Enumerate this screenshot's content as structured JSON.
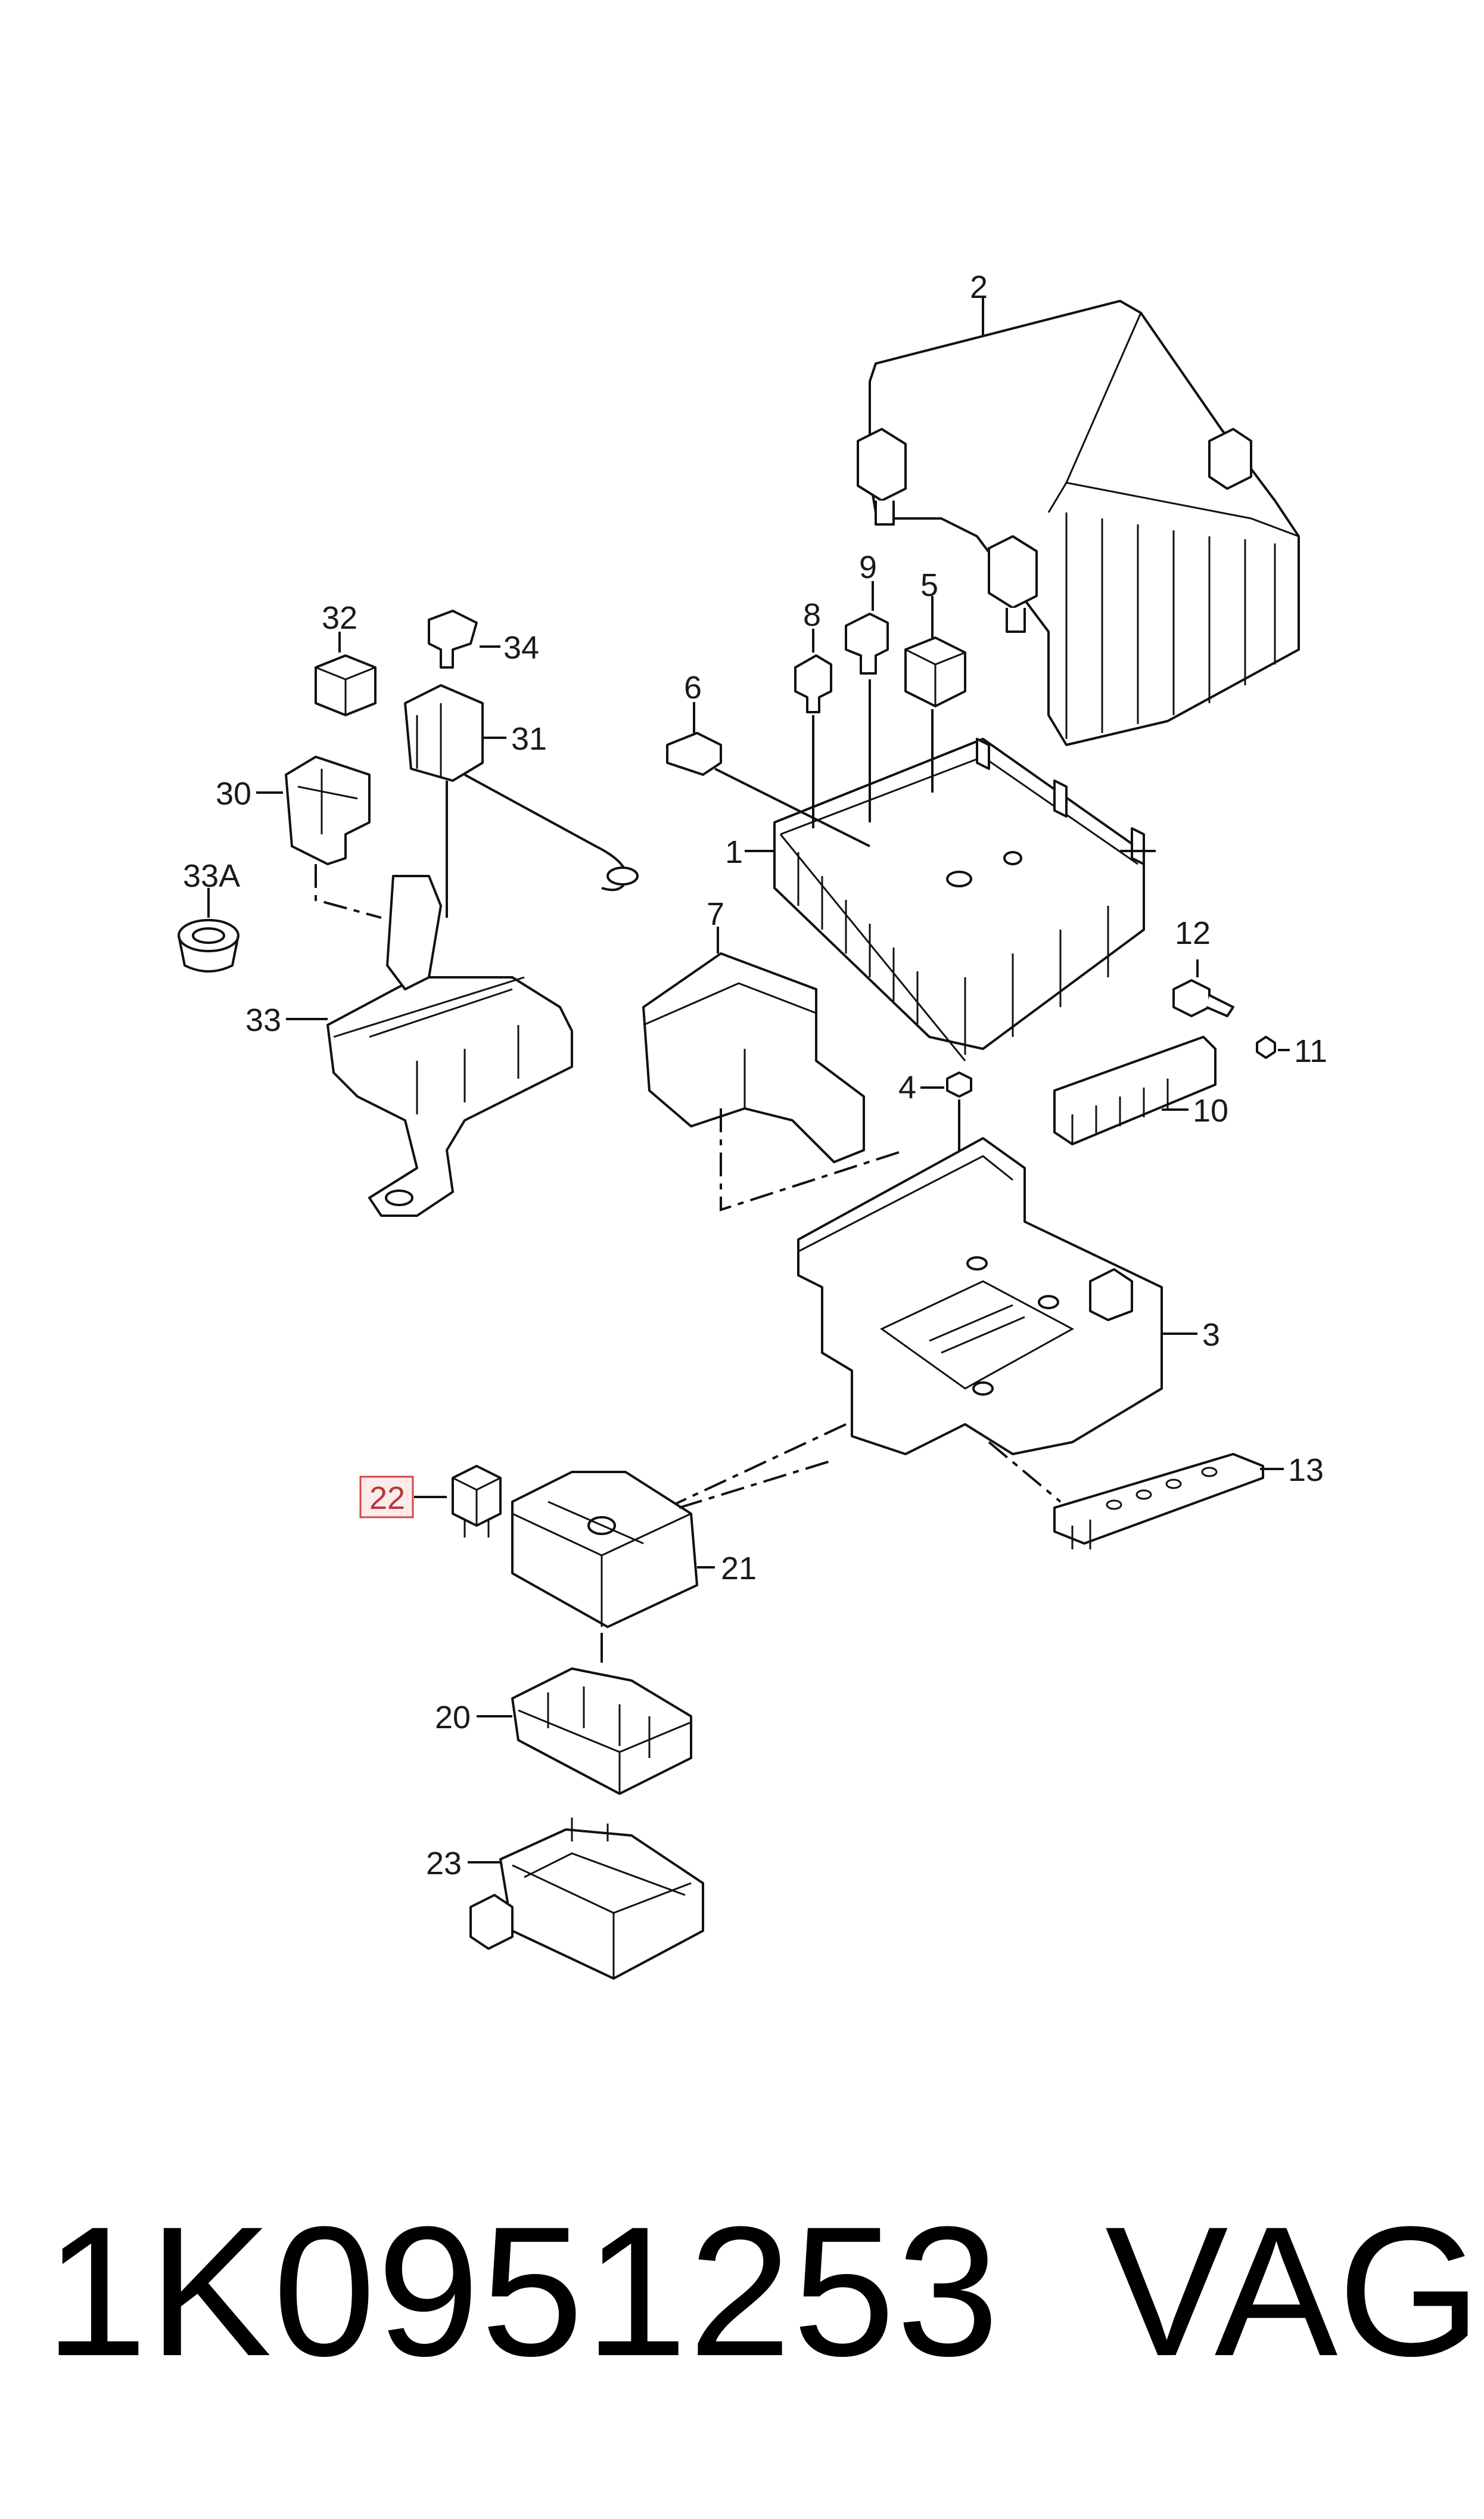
{
  "callouts": {
    "c1": "1",
    "c2": "2",
    "c3": "3",
    "c4": "4",
    "c5": "5",
    "c6": "6",
    "c7": "7",
    "c8": "8",
    "c9": "9",
    "c10": "10",
    "c11": "11",
    "c12": "12",
    "c13": "13",
    "c20": "20",
    "c21": "21",
    "c22": "22",
    "c23": "23",
    "c30": "30",
    "c31": "31",
    "c32": "32",
    "c33": "33",
    "c33a": "33A",
    "c34": "34"
  },
  "highlighted_callout": "22",
  "highlight_color": "#d24848",
  "footer": {
    "part_number": "1K0951253",
    "brand": "VAG"
  }
}
